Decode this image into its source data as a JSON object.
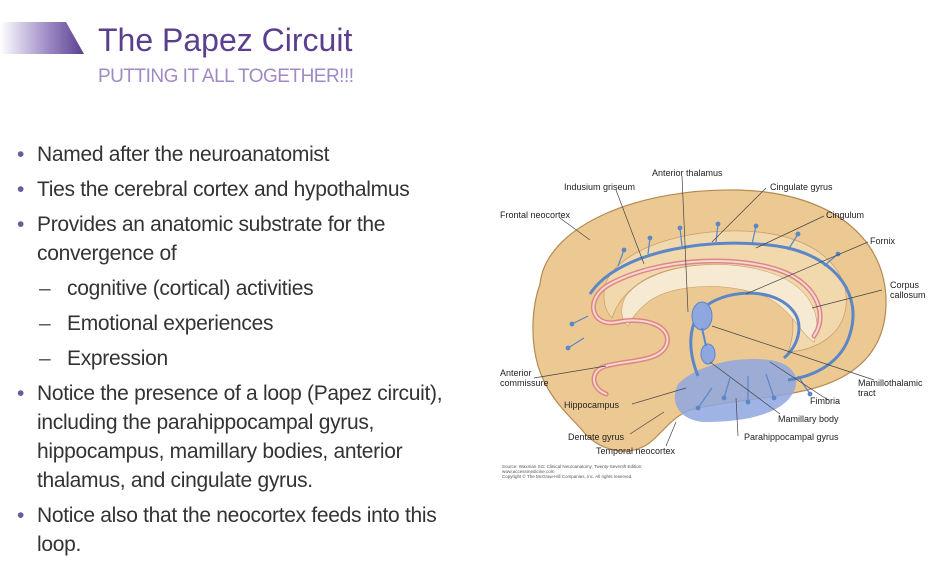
{
  "slide": {
    "title": "The Papez Circuit",
    "subtitle": "PUTTING IT ALL TOGETHER!!!",
    "accent_color": "#5b3f8e"
  },
  "bullets": [
    {
      "type": "bullet",
      "text": "Named after the neuroanatomist"
    },
    {
      "type": "bullet",
      "text": "Ties the cerebral cortex and hypothalmus"
    },
    {
      "type": "bullet",
      "text": "Provides an anatomic substrate for the convergence of"
    },
    {
      "type": "sub",
      "text": "cognitive (cortical) activities"
    },
    {
      "type": "sub",
      "text": "Emotional experiences"
    },
    {
      "type": "sub",
      "text": "Expression"
    },
    {
      "type": "bullet",
      "text": "Notice the presence of a loop (Papez circuit), including the parahippocampal gyrus, hippocampus, mamillary bodies, anterior thalamus, and cingulate gyrus."
    },
    {
      "type": "bullet",
      "text": "Notice also that the neocortex feeds into this loop."
    }
  ],
  "figure": {
    "labels": {
      "anterior_thalamus": "Anterior thalamus",
      "indusium_griseum": "Indusium griseum",
      "cingulate_gyrus": "Cingulate gyrus",
      "frontal_neocortex": "Frontal neocortex",
      "cingulum": "Cingulum",
      "fornix": "Fornix",
      "corpus_callosum_1": "Corpus",
      "corpus_callosum_2": "callosum",
      "anterior_commissure_1": "Anterior",
      "anterior_commissure_2": "commissure",
      "mamillothalamic_1": "Mamillothalamic",
      "mamillothalamic_2": "tract",
      "fimbria": "Fimbria",
      "hippocampus": "Hippocampus",
      "mamillary_body": "Mamillary body",
      "dentate_gyrus": "Dentate gyrus",
      "parahippocampal_gyrus": "Parahippocampal gyrus",
      "temporal_neocortex": "Temporal neocortex"
    },
    "credit": [
      "Source: Waxman SG: Clinical Neuroanatomy, Twenty-Seventh Edition:",
      "www.accessmedicine.com",
      "Copyright © The McGraw-Hill Companies, Inc. All rights reserved."
    ],
    "colors": {
      "cortex": "#ecc992",
      "cortex_outline": "#b48a52",
      "tract_blue": "#5b86c8",
      "tract_red": "#d97a7a",
      "hippocampal_region": "#8ea7e0"
    }
  }
}
